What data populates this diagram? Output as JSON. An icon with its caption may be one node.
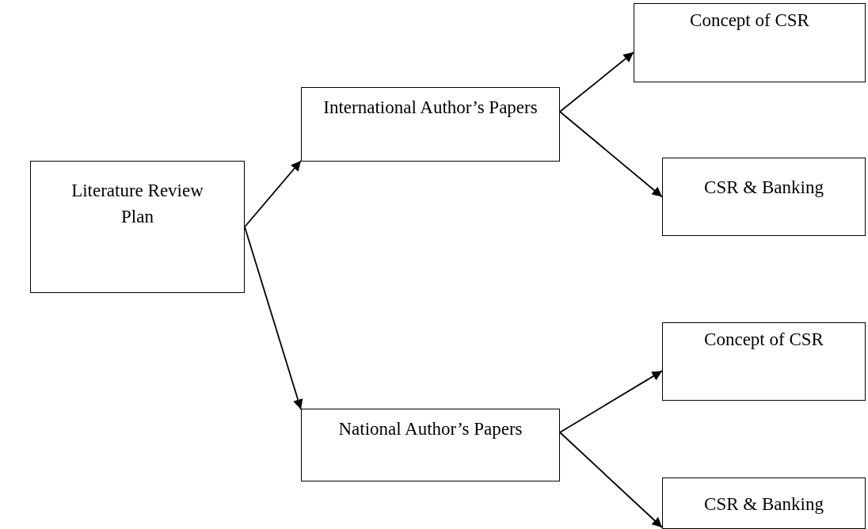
{
  "diagram": {
    "nodes": [
      {
        "text": [
          "Literature Review Plan"
        ]
      },
      {
        "text": [
          "International Author’s Papers"
        ]
      },
      {
        "text": [
          "National Author’s Papers"
        ]
      },
      {
        "text": [
          "Concept of CSR"
        ]
      },
      {
        "text": [
          "CSR & Banking"
        ]
      },
      {
        "text": [
          "Concept of CSR"
        ]
      },
      {
        "text": [
          "CSR & Banking"
        ]
      }
    ],
    "edges": [
      {
        "from": 0,
        "to": 1,
        "arrow": "to"
      },
      {
        "from": 0,
        "to": 2,
        "arrow": "to"
      },
      {
        "from": 1,
        "to": 3,
        "arrow": "to"
      },
      {
        "from": 1,
        "to": 4,
        "arrow": "to"
      },
      {
        "from": 2,
        "to": 5,
        "arrow": "to"
      },
      {
        "from": 2,
        "to": 6,
        "arrow": "to"
      }
    ]
  }
}
